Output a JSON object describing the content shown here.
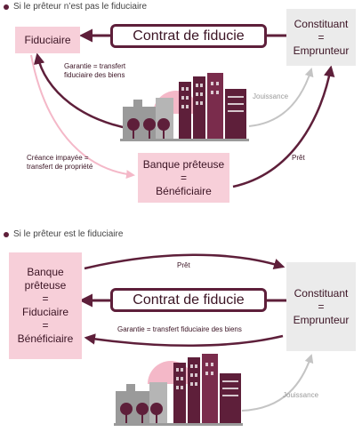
{
  "diagram": [
    {
      "title": "Si le prêteur n’est pas le fiduciaire",
      "fiduciaire": "Fiduciaire",
      "contrat": "Contrat de fiducie",
      "constituant": [
        "Constituant",
        "=",
        "Emprunteur"
      ],
      "banque": [
        "Banque prêteuse",
        "=",
        "Bénéficiaire"
      ],
      "garantie": [
        "Garantie = transfert",
        "fiduciaire des biens"
      ],
      "jouissance": "Jouissance",
      "creance": [
        "Créance impayée =",
        "transfert de propriété"
      ],
      "pret": "Prêt"
    },
    {
      "title": "Si le prêteur est le fiduciaire",
      "banque": [
        "Banque",
        "prêteuse",
        "=",
        "Fiduciaire",
        "=",
        "Bénéficiaire"
      ],
      "contrat": "Contrat de fiducie",
      "constituant": [
        "Constituant",
        "=",
        "Emprunteur"
      ],
      "pret": "Prêt",
      "garantie": "Garantie = transfert fiduciaire des biens",
      "jouissance": "Jouissance"
    }
  ],
  "colors": {
    "accent": "#5e1f3a",
    "pink": "#f7cfd9",
    "pink_arrow": "#f4b8c8",
    "grey_box": "#ebebeb",
    "grey_arrow": "#c4c4c4"
  }
}
